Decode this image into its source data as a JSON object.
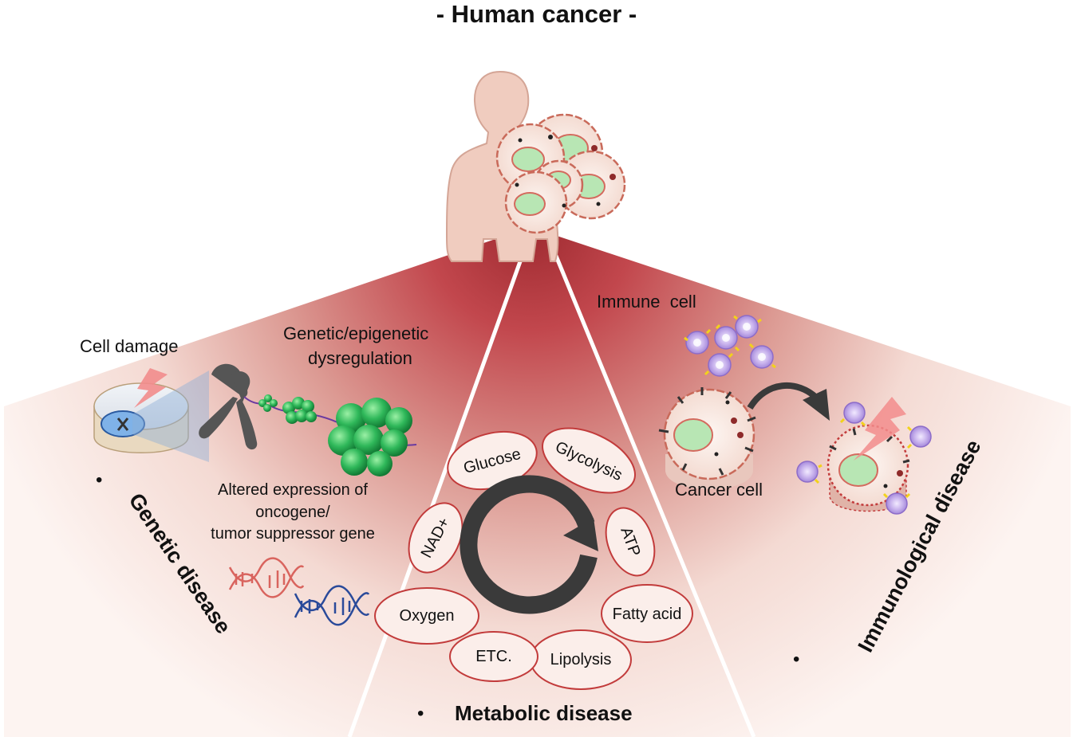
{
  "title": "- Human cancer -",
  "sections": {
    "genetic": {
      "title": "Genetic disease",
      "cell_damage": "Cell damage",
      "dysregulation_line1": "Genetic/epigenetic",
      "dysregulation_line2": "dysregulation",
      "altered_line1": "Altered expression of",
      "altered_line2": "oncogene/",
      "altered_line3": "tumor suppressor gene"
    },
    "metabolic": {
      "title": "Metabolic disease",
      "cycle_items": [
        "Glucose",
        "Glycolysis",
        "ATP",
        "Fatty acid",
        "Lipolysis",
        "ETC.",
        "Oxygen",
        "NAD+"
      ]
    },
    "immunological": {
      "title": "Immunological disease",
      "immune_cell": "Immune  cell",
      "cancer_cell": "Cancer cell"
    }
  },
  "bullet": "•",
  "colors": {
    "wedge_red": "#c0393f",
    "ellipse_stroke": "#c23b3b",
    "nucleus_green": "#b8e6b4",
    "chromatin_green": "#2fb85a",
    "immune_purple": "#a98ad8",
    "arrow_dark": "#3a3a3a"
  }
}
